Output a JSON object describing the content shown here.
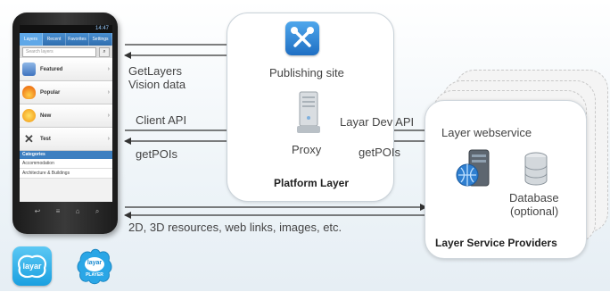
{
  "phone": {
    "status_time": "14:47",
    "tabs": [
      "Layers",
      "Recent",
      "Favorites",
      "Settings"
    ],
    "search_placeholder": "Search layers",
    "menu_items": [
      {
        "label": "Featured",
        "icon": "featured-icon",
        "color": "#5b8fd1"
      },
      {
        "label": "Popular",
        "icon": "flame-icon",
        "color": "#f08a24"
      },
      {
        "label": "New",
        "icon": "sun-icon",
        "color": "#f5b623"
      },
      {
        "label": "Test",
        "icon": "tools-icon",
        "color": "#555555"
      }
    ],
    "categories_header": "Categories",
    "category_rows": [
      "Accommodation",
      "Architecture & Buildings"
    ]
  },
  "platform": {
    "title": "Platform Layer",
    "publishing_label": "Publishing site",
    "proxy_label": "Proxy"
  },
  "arrows": {
    "getlayers_line1": "GetLayers",
    "getlayers_line2": "Vision data",
    "client_api": "Client API",
    "getpois_left": "getPOIs",
    "layar_dev_api": "Layar Dev API",
    "getpois_right": "getPOIs",
    "resources": "2D, 3D resources, web links, images, etc."
  },
  "providers": {
    "title": "Layer Service Providers",
    "webservice_label": "Layer webservice",
    "database_line1": "Database",
    "database_line2": "(optional)"
  },
  "logos": {
    "layar": "layar",
    "player_top": "layar",
    "player_bottom": "PLAYER"
  },
  "colors": {
    "accent_blue": "#1f6fc3",
    "logo_blue": "#1aa0e0"
  }
}
